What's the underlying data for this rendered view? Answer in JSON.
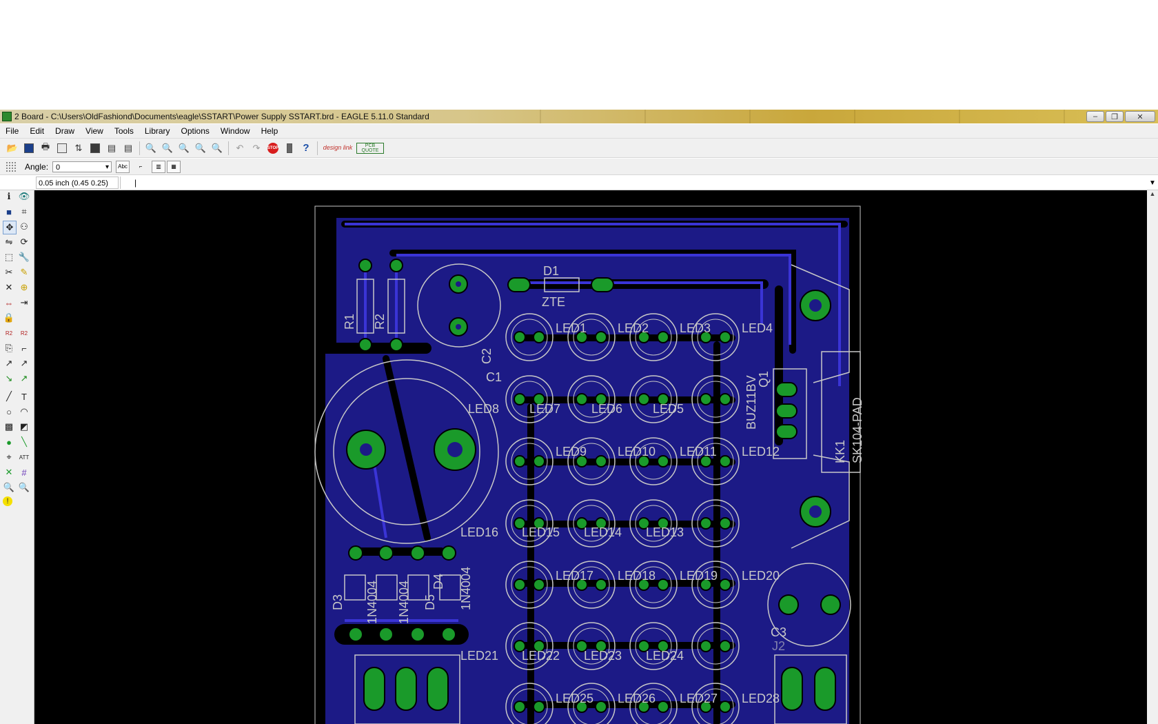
{
  "window": {
    "title": "2 Board - C:\\Users\\OldFashiond\\Documents\\eagle\\SSTART\\Power Supply SSTART.brd - EAGLE 5.11.0 Standard",
    "minimize": "–",
    "restore": "❐",
    "close": "✕"
  },
  "menu": [
    "File",
    "Edit",
    "Draw",
    "View",
    "Tools",
    "Library",
    "Options",
    "Window",
    "Help"
  ],
  "toolbar": {
    "design_link": "design link",
    "pcb_quote": "PCB QUOTE",
    "stop": "STOP",
    "help": "?"
  },
  "params": {
    "angle_label": "Angle:",
    "angle_value": "0",
    "text_button": "Abc"
  },
  "command": {
    "coordinates": "0.05 inch (0.45 0.25)",
    "input": "|"
  },
  "colors": {
    "board_fill": "#1c1a86",
    "trace": "#3a34d6",
    "pad": "#1a9a2a",
    "silkscreen": "#c8c8c8",
    "background": "#000000"
  },
  "board": {
    "labels": {
      "D1": "D1",
      "ZTE": "ZTE",
      "R1": "R1",
      "R2": "R2",
      "C1": "C1",
      "C2": "C2",
      "C3": "C3",
      "Q1": "Q1",
      "BUZ11BV": "BUZ11BV",
      "KK1": "KK1",
      "SK104": "SK104-PAD",
      "D3": "D3",
      "D4": "D4",
      "D5": "D5",
      "1N4004": "1N4004",
      "J2": "J2",
      "LED1": "LED1",
      "LED2": "LED2",
      "LED3": "LED3",
      "LED4": "LED4",
      "LED5": "LED5",
      "LED6": "LED6",
      "LED7": "LED7",
      "LED8": "LED8",
      "LED9": "LED9",
      "LED10": "LED10",
      "LED11": "LED11",
      "LED12": "LED12",
      "LED13": "LED13",
      "LED14": "LED14",
      "LED15": "LED15",
      "LED16": "LED16",
      "LED17": "LED17",
      "LED18": "LED18",
      "LED19": "LED19",
      "LED20": "LED20",
      "LED21": "LED21",
      "LED22": "LED22",
      "LED23": "LED23",
      "LED24": "LED24",
      "LED25": "LED25",
      "LED26": "LED26",
      "LED27": "LED27",
      "LED28": "LED28"
    }
  }
}
